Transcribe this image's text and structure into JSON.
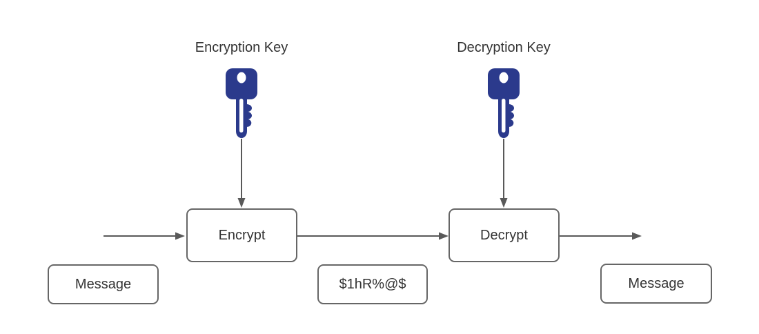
{
  "colors": {
    "key_fill": "#2b3a8c",
    "line": "#595959",
    "box_border": "#666666",
    "text": "#333333",
    "canvas_bg": "#ffffff"
  },
  "diagram": {
    "encryption_key_label": "Encryption Key",
    "decryption_key_label": "Decryption Key",
    "nodes": {
      "encrypt": "Encrypt",
      "decrypt": "Decrypt",
      "message_in": "Message",
      "ciphertext": "$1hR%@$",
      "message_out": "Message"
    },
    "icons": {
      "encryption_key": "key-icon",
      "decryption_key": "key-icon"
    }
  }
}
